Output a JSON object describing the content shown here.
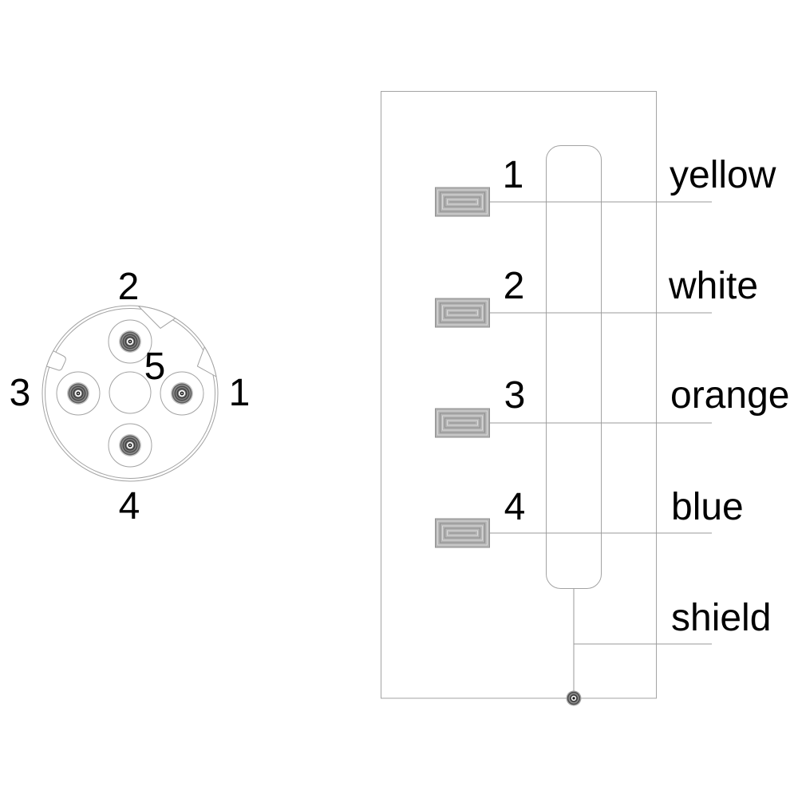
{
  "connector_face": {
    "pin_top": "2",
    "pin_left": "3",
    "pin_right": "1",
    "pin_bottom": "4",
    "pin_center": "5"
  },
  "wiring_diagram": {
    "rows": [
      {
        "pin": "1",
        "color_name": "yellow"
      },
      {
        "pin": "2",
        "color_name": "white"
      },
      {
        "pin": "3",
        "color_name": "orange"
      },
      {
        "pin": "4",
        "color_name": "blue"
      }
    ],
    "shield_label": "shield"
  },
  "colors": {
    "background": "#ffffff",
    "line": "#a3a3a3",
    "wire_line": "#999999",
    "terminal_fill": "#b3b3b3",
    "text": "#000000"
  },
  "icons": {
    "pin_socket": "concentric-ring-socket",
    "ground_contact": "bullseye-contact-dot",
    "terminal": "nested-rectangle-coil"
  }
}
